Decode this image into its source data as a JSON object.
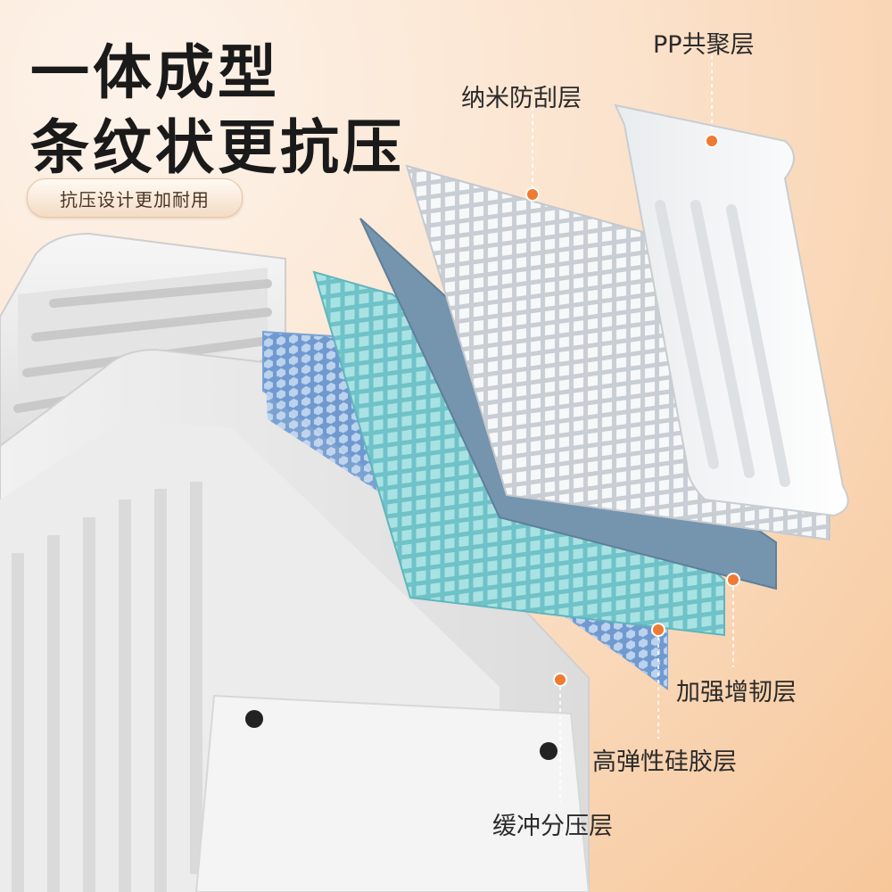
{
  "headline": {
    "line1": "一体成型",
    "line2": "条纹状更抗压"
  },
  "badge": {
    "text": "抗压设计更加耐用"
  },
  "layers": {
    "pp": "PP共聚层",
    "nano": "纳米防刮层",
    "reinforce": "加强增韧层",
    "silicone": "高弹性硅胶层",
    "buffer": "缓冲分压层"
  },
  "colors": {
    "marker": "#ef7a32",
    "leader": "#ffffff",
    "buffer_layer": "#8fb2dc",
    "silicone_layer": "#8fd3d6",
    "reinforce_layer": "#6f8faa",
    "nano_layer": "#ffffff"
  }
}
